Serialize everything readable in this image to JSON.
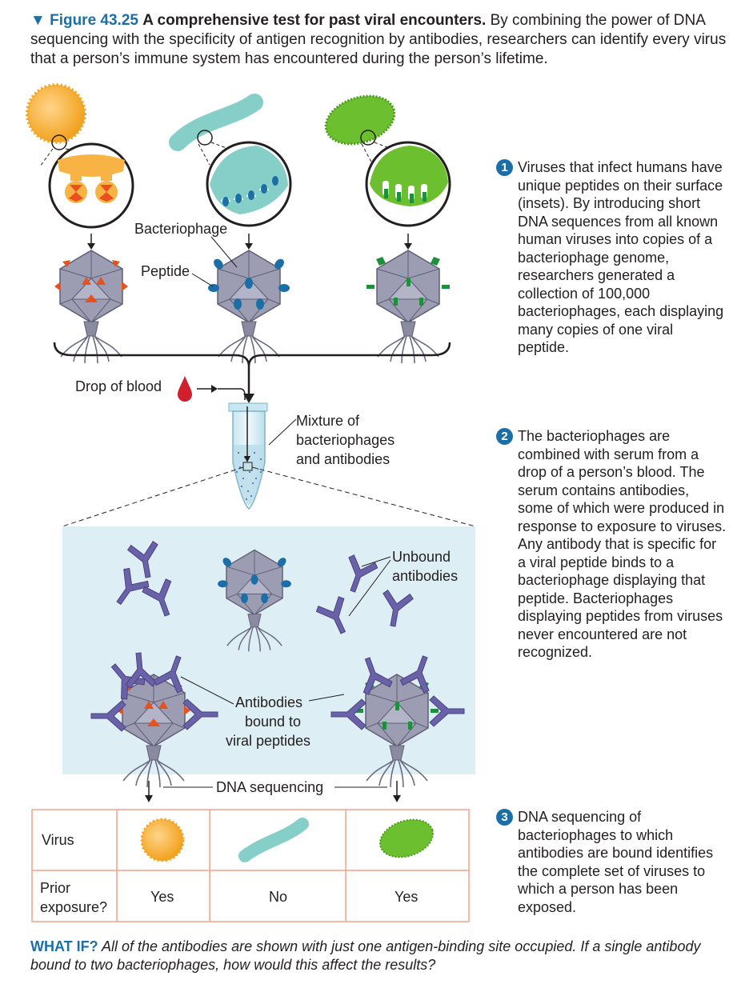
{
  "caption": {
    "label": "▼ Figure 43.25",
    "title": "A comprehensive test for past viral encounters.",
    "text": "By combining the power of DNA sequencing with the specificity of antigen recognition by antibodies, researchers can identify every virus that a person’s immune system has encountered during the person’s lifetime."
  },
  "labels": {
    "bacteriophage": "Bacteriophage",
    "peptide": "Peptide",
    "drop_of_blood": "Drop of blood",
    "mixture_line1": "Mixture of",
    "mixture_line2": "bacteriophages",
    "mixture_line3": "and antibodies",
    "unbound_line1": "Unbound",
    "unbound_line2": "antibodies",
    "bound_line1": "Antibodies",
    "bound_line2": "bound to",
    "bound_line3": "viral peptides",
    "dna_sequencing": "DNA sequencing"
  },
  "table": {
    "row1_header": "Virus",
    "row2_header_line1": "Prior",
    "row2_header_line2": "exposure?",
    "results": [
      "Yes",
      "No",
      "Yes"
    ]
  },
  "steps": [
    {
      "number": "1",
      "text": "Viruses that infect humans have unique peptides on their surface (insets). By introducing short DNA sequences from all known human viruses into copies of a bacteriophage genome, researchers generated a collection of 100,000 bacteriophages, each displaying many copies of one viral peptide."
    },
    {
      "number": "2",
      "text": "The bacteriophages are combined with serum from a drop of a person’s blood. The serum contains antibodies, some of which were produced in response to exposure to viruses. Any antibody that is specific for a viral peptide binds to a bacteriophage displaying that peptide. Bacteriophages displaying peptides from viruses never encountered are not recognized."
    },
    {
      "number": "3",
      "text": "DNA sequencing of bacteriophages to which antibodies are bound identifies the complete set of viruses to which a person has been exposed."
    }
  ],
  "what_if": {
    "label": "WHAT IF?",
    "text": "All of the antibodies are shown with just one antigen-binding site occupied. If a single antibody bound to two bacteriophages, how would this affect the results?"
  },
  "colors": {
    "accent_blue": "#1b6fa6",
    "virus_orange": "#f5a623",
    "peptide_red": "#e8501e",
    "virus_teal": "#86cfc8",
    "peptide_blue": "#1b6fa6",
    "virus_green": "#6cbf2e",
    "peptide_green": "#1e8f3c",
    "phage_gray": "#9c9cb2",
    "antibody_purple": "#6a62a8",
    "box_light_blue": "#ddeef4",
    "table_border": "#f2a38a",
    "blood_red": "#d0202e"
  }
}
